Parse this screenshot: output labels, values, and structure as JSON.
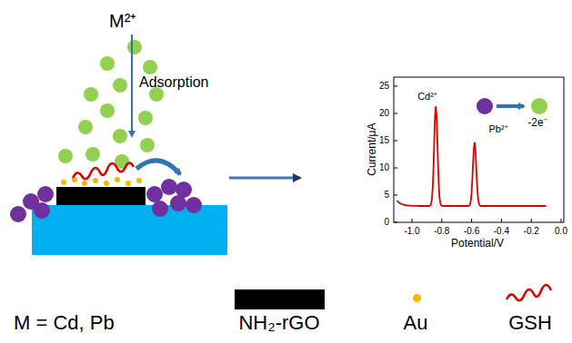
{
  "diagram": {
    "labels": [
      "M²⁺",
      "Adsorption",
      "Cd²⁺",
      "Pb²⁺",
      "-2e⁻",
      "Current/μA",
      "Potential/V",
      "0",
      "5",
      "10",
      "15",
      "20",
      "25",
      "-1.0",
      "-0.8",
      "-0.6",
      "-0.4",
      "-0.2",
      "0.0",
      "M = Cd, Pb"
    ],
    "legend": [
      {
        "text": "NH₂-rGO",
        "color": "#000000"
      },
      {
        "text": "Au",
        "color": "#f5b800"
      },
      {
        "text": "GSH"
      }
    ]
  }
}
